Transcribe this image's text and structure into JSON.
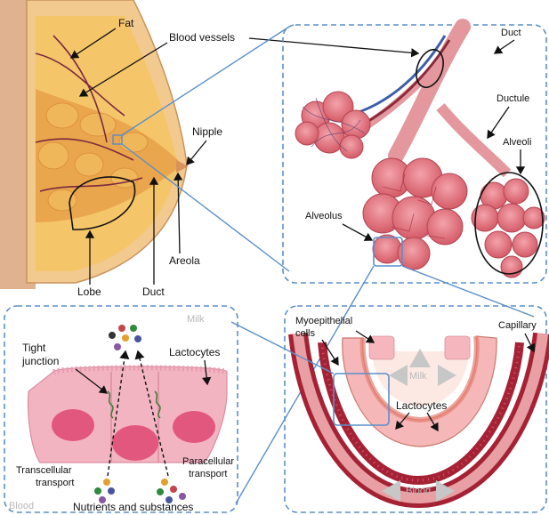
{
  "labels": {
    "fat": "Fat",
    "blood_vessels": "Blood vessels",
    "nipple": "Nipple",
    "areola": "Areola",
    "lobe": "Lobe",
    "duct_left": "Duct",
    "duct_top": "Duct",
    "ductule": "Ductule",
    "alveoli": "Alveoli",
    "alveolus": "Alveolus",
    "milk_left": "Milk",
    "tight_junction_1": "Tight",
    "tight_junction_2": "junction",
    "lactocytes_left": "Lactocytes",
    "transcellular_1": "Transcellular",
    "transcellular_2": "transport",
    "paracellular_1": "Paracellular",
    "paracellular_2": "transport",
    "blood_left": "Blood",
    "nutrients": "Nutrients and substances",
    "myoepithelial_1": "Myoepithelial",
    "myoepithelial_2": "cells",
    "capillary": "Capillary",
    "milk_right": "Milk",
    "lactocytes_right": "Lactocytes",
    "blood_right": "Blood"
  },
  "colors": {
    "panel_border": "#5b8fc9",
    "skin": "#e8c9a6",
    "fat": "#f2c56a",
    "gland": "#e8a24a",
    "vessel_red": "#8a2a3b",
    "vessel_blue": "#3d5fa8",
    "alveoli_pink": "#e8868e",
    "cell_pink": "#f0a8b8",
    "nucleus": "#d9506e",
    "milk_grey": "#c7c7c7"
  }
}
